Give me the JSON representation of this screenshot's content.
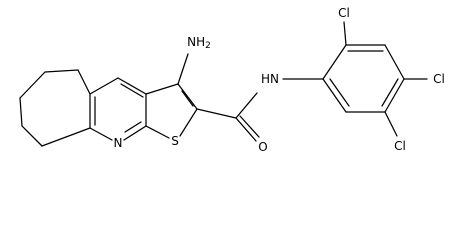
{
  "structure": {
    "atoms": {
      "nh2": "NH2",
      "nh": "HN",
      "n_ring": "N",
      "s_ring": "S",
      "o": "O",
      "cl_top": "Cl",
      "cl_right": "Cl",
      "cl_bottom": "Cl"
    }
  }
}
